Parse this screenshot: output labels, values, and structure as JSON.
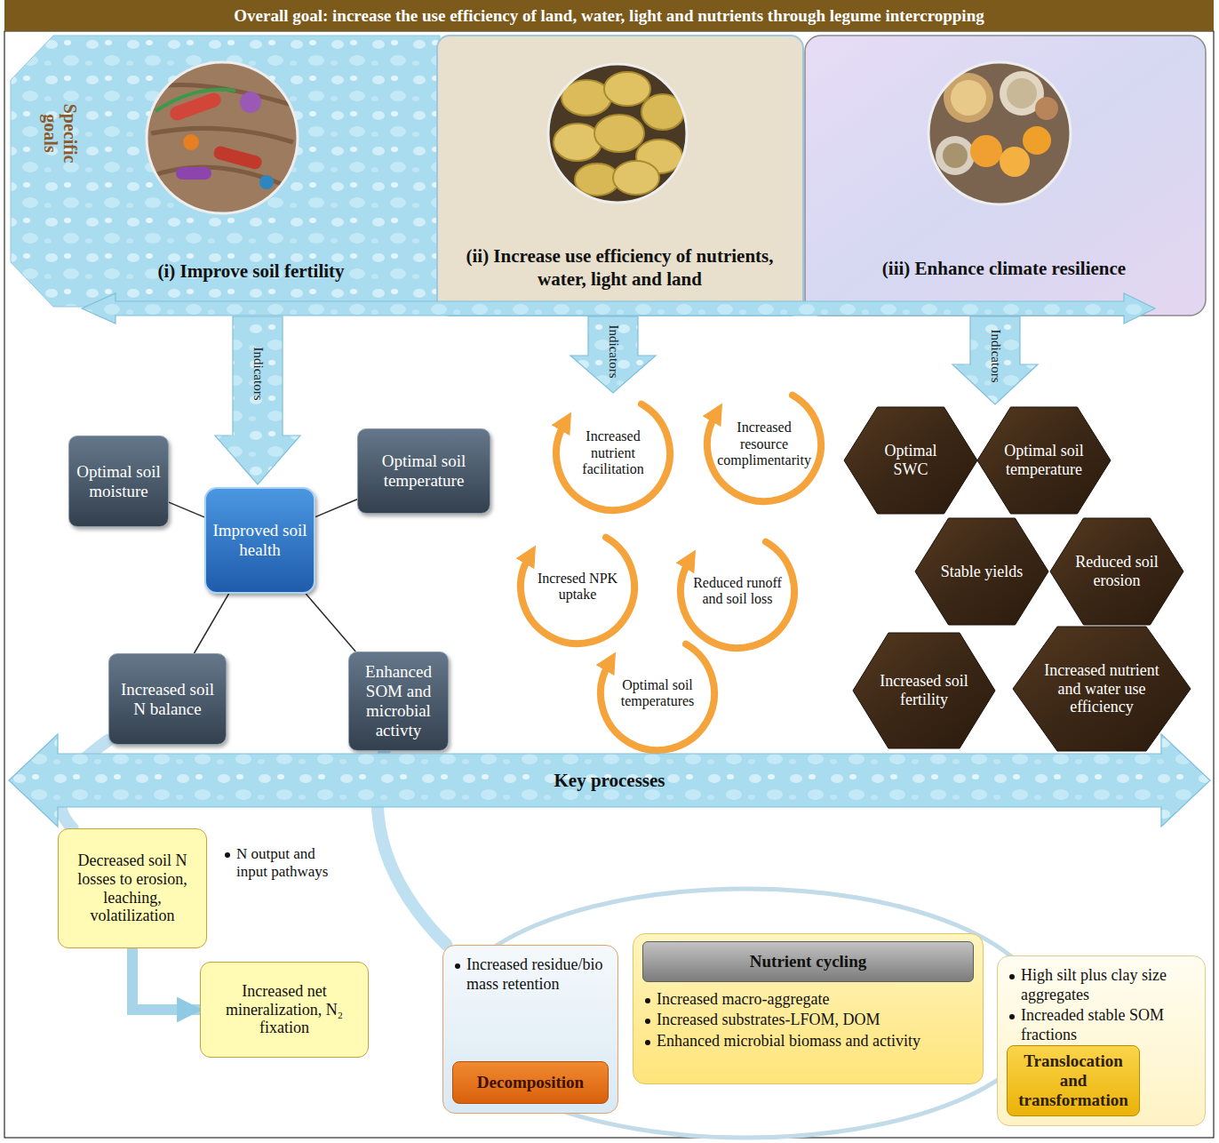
{
  "diagram": {
    "title": "Overall goal: increase the use efficiency of land, water, light and nutrients through legume intercropping",
    "nodes": [
      {
        "text": [
          "(i) Improve soil fertility"
        ]
      },
      {
        "text": [
          "(ii) Increase use efficiency of nutrients, water, light and land"
        ]
      },
      {
        "text": [
          "(iii) Enhance climate resilience"
        ]
      },
      {
        "text": [
          "Improved soil health"
        ]
      },
      {
        "text": [
          "Optimal soil moisture"
        ]
      },
      {
        "text": [
          "Optimal soil temperature"
        ]
      },
      {
        "text": [
          "Increased soil N balance"
        ]
      },
      {
        "text": [
          "Enhanced SOM and microbial activty"
        ]
      },
      {
        "text": [
          "Optimal SWC"
        ]
      },
      {
        "text": [
          "Optimal soil temperature"
        ]
      },
      {
        "text": [
          "Stable yields"
        ]
      },
      {
        "text": [
          "Reduced soil erosion"
        ]
      },
      {
        "text": [
          "Increased soil fertility"
        ]
      },
      {
        "text": [
          "Increased nutrient and water use efficiency"
        ]
      },
      {
        "text": [
          "Key processes"
        ]
      },
      {
        "text": [
          "Decreased soil N losses to erosion, leaching, volatilization"
        ]
      },
      {
        "text": [
          "Increased net mineralization, N₂ fixation"
        ]
      },
      {
        "text": [
          "Increased residue/bio mass retention"
        ]
      },
      {
        "text": [
          "Decomposition"
        ],
        "in": 17
      },
      {
        "text": [
          "Increased macro-aggregate",
          "Increased substrates-LFOM, DOM",
          "Enhanced microbial biomass and activity"
        ]
      },
      {
        "text": [
          "Nutrient cycling"
        ],
        "in": 19
      },
      {
        "text": [
          "High silt plus clay size aggregates",
          "Increaded stable SOM fractions"
        ]
      },
      {
        "text": [
          "Translocation and transformation"
        ],
        "in": 21
      }
    ],
    "edges": [
      {
        "from": 3,
        "to": 4,
        "arrow": "none"
      },
      {
        "from": 3,
        "to": 5,
        "arrow": "none"
      },
      {
        "from": 3,
        "to": 6,
        "arrow": "none"
      },
      {
        "from": 3,
        "to": 7,
        "arrow": "none"
      },
      {
        "from": 6,
        "to": 15,
        "arrow": "none"
      },
      {
        "from": 7,
        "to": 17,
        "arrow": "none"
      },
      {
        "from": 15,
        "to": 16,
        "arrow": "to"
      }
    ],
    "labels": [
      "Specific goals",
      "Indicators",
      "Indicators",
      "Indicators",
      "Increased nutrient facilitation",
      "Increased resource complimentarity",
      "Incresed NPK uptake",
      "Reduced runoff and soil loss",
      "Optimal soil temperatures",
      "N output and input pathways"
    ]
  }
}
